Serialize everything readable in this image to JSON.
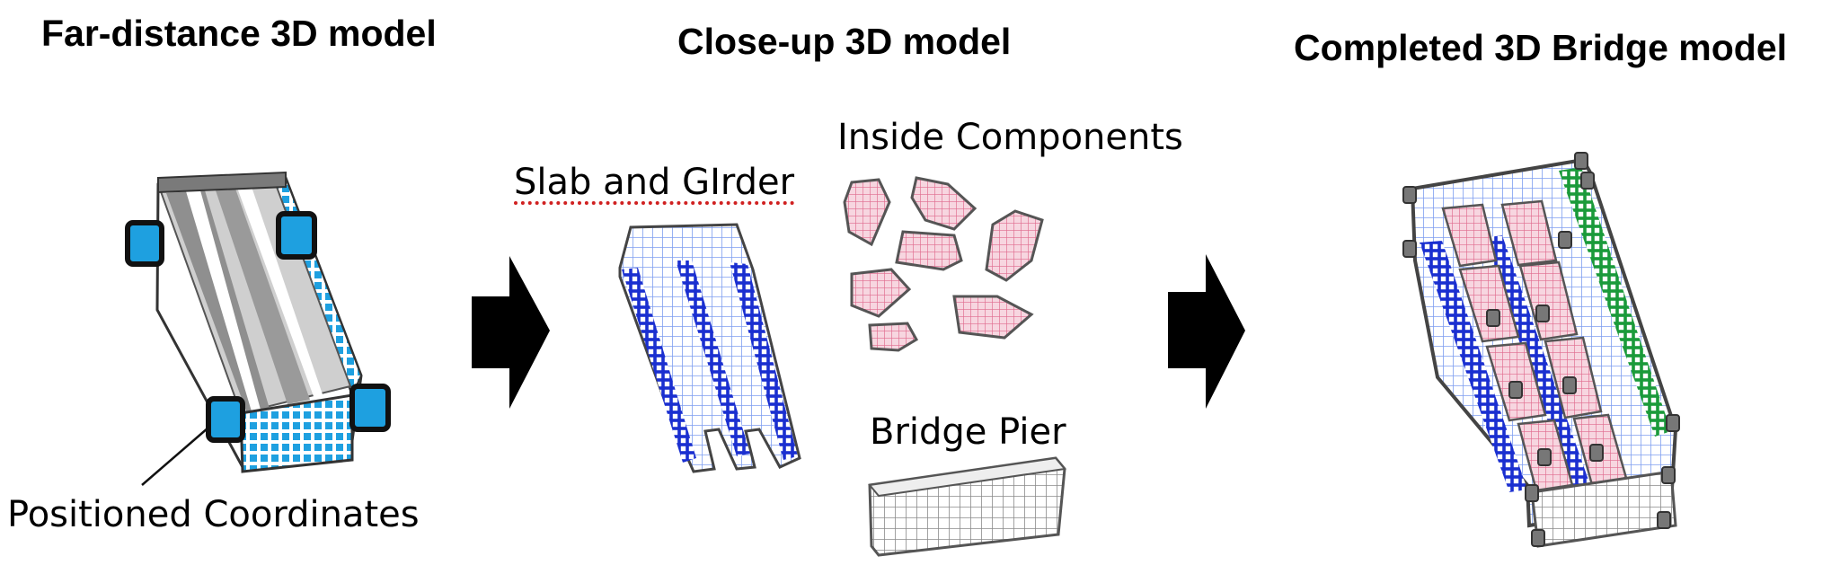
{
  "titles": {
    "far": "Far-distance 3D model",
    "close": "Close-up 3D model",
    "completed": "Completed 3D Bridge model"
  },
  "labels": {
    "positioned": "Positioned Coordinates",
    "slab": "Slab and GIrder",
    "inside": "Inside Components",
    "pier": "Bridge Pier"
  },
  "colors": {
    "blue_mesh": "#1a2fd0",
    "light_blue_mesh": "#7f9ef0",
    "cyan_block": "#1ea0e0",
    "pink_mesh": "#e06a8e",
    "pink_fill": "#f7d6e0",
    "green_mesh": "#1a9a3a",
    "gray_mesh": "#8a8a8a",
    "arrow": "#000000"
  },
  "icons": [
    "right-arrow-icon",
    "right-arrow-icon"
  ]
}
